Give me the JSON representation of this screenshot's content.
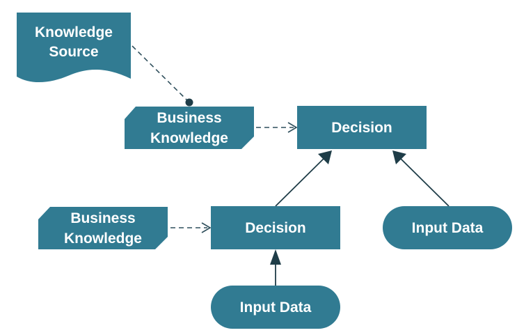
{
  "colors": {
    "node_fill": "#317b92",
    "node_text": "#ffffff",
    "connector": "#1f3d48"
  },
  "nodes": {
    "knowledge_source": {
      "line1": "Knowledge",
      "line2": "Source"
    },
    "business_knowledge_top": {
      "line1": "Business",
      "line2": "Knowledge"
    },
    "decision_top": {
      "label": "Decision"
    },
    "business_knowledge_bottom": {
      "line1": "Business",
      "line2": "Knowledge"
    },
    "decision_bottom": {
      "label": "Decision"
    },
    "input_data_right": {
      "label": "Input Data"
    },
    "input_data_bottom": {
      "label": "Input Data"
    }
  }
}
